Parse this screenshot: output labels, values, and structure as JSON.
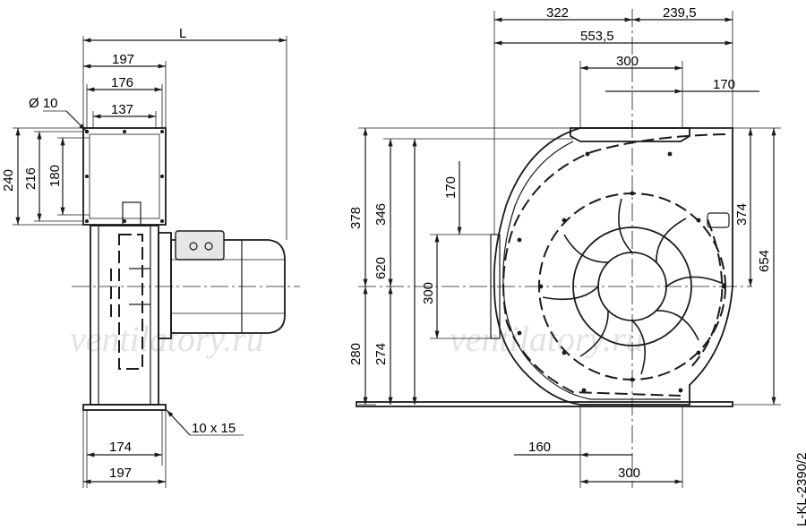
{
  "watermarks": [
    "ventilatory.ru",
    "ventilatory.ru"
  ],
  "drawing_code": "L-KL-2390/2",
  "side_view": {
    "length_label": "L",
    "flange_197_top": "197",
    "flange_176": "176",
    "flange_137": "137",
    "hole_diameter": "Ø 10",
    "height_240": "240",
    "height_216": "216",
    "height_180": "180",
    "slot_size": "10 x 15",
    "base_174": "174",
    "base_197": "197"
  },
  "front_view": {
    "top_322": "322",
    "top_239_5": "239,5",
    "top_553_5": "553,5",
    "outlet_300": "300",
    "offset_170_top": "170",
    "h_378": "378",
    "h_346": "346",
    "h_620": "620",
    "h_280": "280",
    "h_274": "274",
    "h_170_inlet": "170",
    "inlet_300": "300",
    "h_374": "374",
    "h_654": "654",
    "base_160": "160",
    "base_300": "300"
  }
}
